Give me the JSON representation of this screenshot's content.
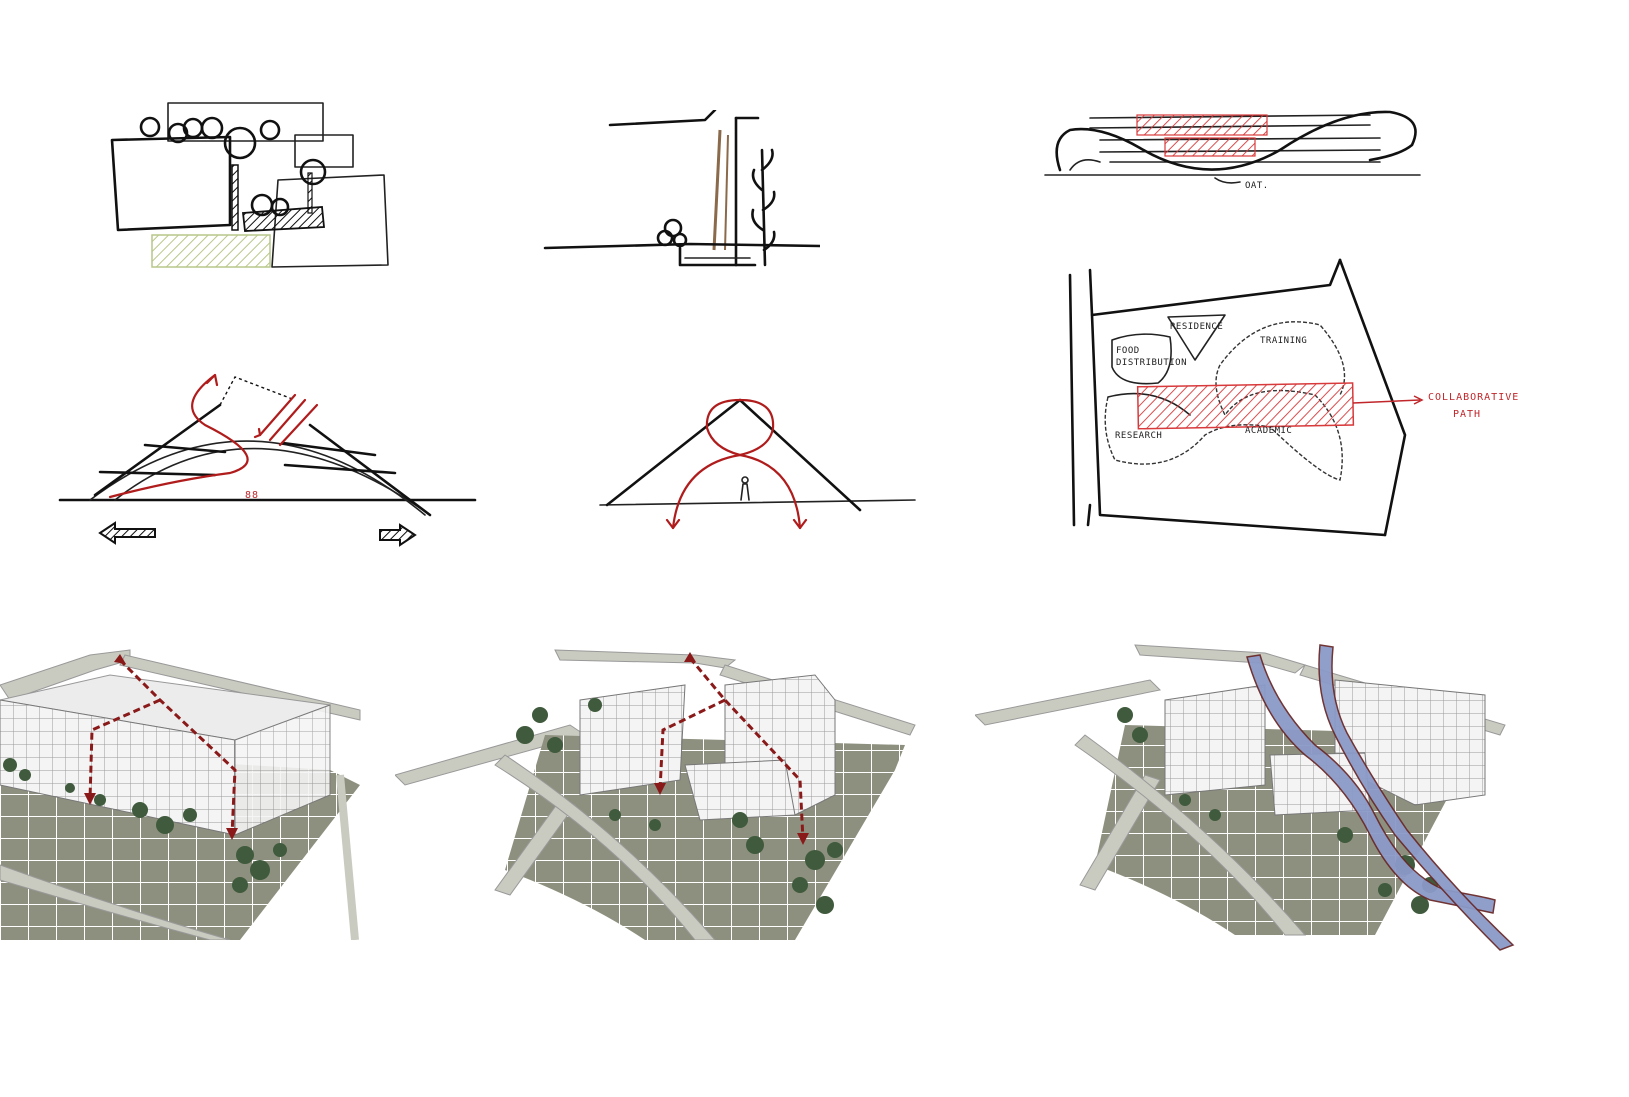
{
  "colors": {
    "ink": "#111111",
    "accent_red": "#b01c1c",
    "hatch_red": "#d8393b",
    "hatch_green": "#b9c78a",
    "massing_block": "#f4f4f4",
    "massing_grid": "#9a9a9a",
    "road": "#c9cbc0",
    "site_ground": "#8e907f",
    "trees": "#3f5a3c",
    "river": "#8b9ac8",
    "river_edge": "#6a2a2a"
  },
  "sketches": {
    "section_top_right": {
      "label_out": "OAT."
    },
    "zoning_plan": {
      "zone_food": "FOOD",
      "zone_food_2": "DISTRIBUTION",
      "zone_residence": "RESIDENCE",
      "zone_training": "TRAINING",
      "zone_research": "RESEARCH",
      "zone_academic": "ACADEMIC",
      "path_label_1": "COLLABORATIVE",
      "path_label_2": "PATH"
    }
  }
}
